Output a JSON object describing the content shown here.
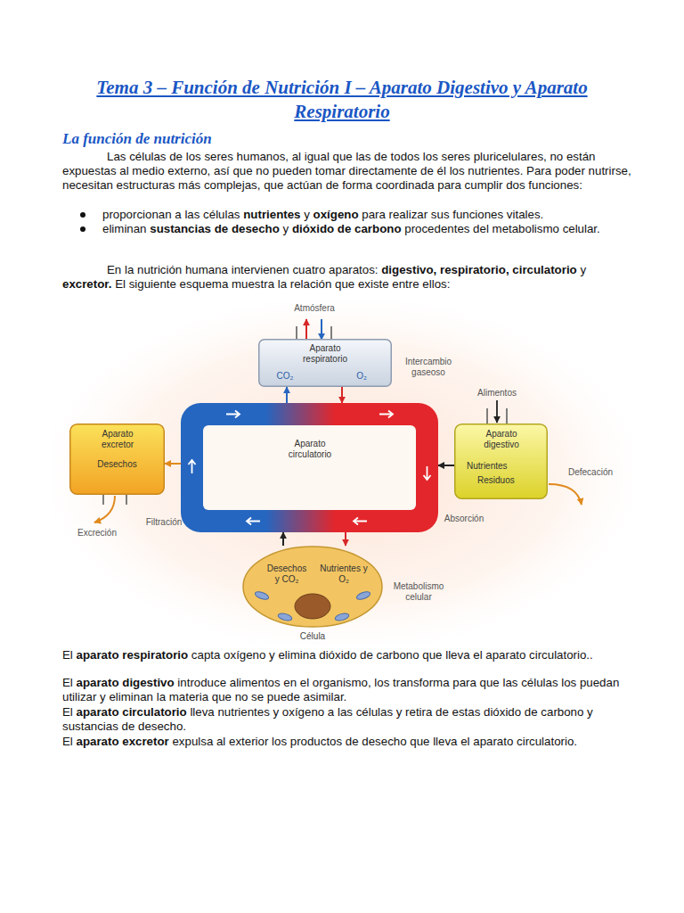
{
  "diagram": {
    "title": "Tema 3 – Función de Nutrición I – Aparato Digestivo y Aparato Respiratorio",
    "nodes": [
      {
        "text": [
          "Aparato respiratorio",
          "CO₂",
          "O₂"
        ]
      },
      {
        "text": [
          "Aparato excretor",
          "Desechos"
        ]
      },
      {
        "text": [
          "Aparato circulatorio"
        ]
      },
      {
        "text": [
          "Aparato digestivo",
          "Nutrientes",
          "Residuos"
        ]
      },
      {
        "text": [
          "Desechos y CO₂",
          "Nutrientes y O₂",
          "Célula"
        ]
      }
    ],
    "edges": [
      {
        "from": 2,
        "to": 0,
        "arrow": "to"
      },
      {
        "from": 0,
        "to": 2,
        "arrow": "to"
      },
      {
        "from": 2,
        "to": 1,
        "arrow": "to"
      },
      {
        "from": 3,
        "to": 2,
        "arrow": "to"
      },
      {
        "from": 2,
        "to": 4,
        "arrow": "to"
      },
      {
        "from": 4,
        "to": 2,
        "arrow": "to"
      }
    ],
    "labels": [
      "La función de nutrición",
      "Las células de los seres humanos, al igual que las de todos los seres pluricelulares, no están expuestas al medio externo, así que no pueden tomar directamente de él los nutrientes. Para poder nutrirse, necesitan estructuras más complejas, que actúan de forma coordinada para cumplir dos funciones:",
      "proporcionan a las células",
      "nutrientes",
      "y",
      "oxígeno",
      "para realizar sus funciones vitales.",
      "eliminan",
      "sustancias de desecho",
      "y",
      "dióxido de carbono",
      "procedentes del metabolismo celular.",
      "En la nutrición humana intervienen cuatro aparatos:",
      "digestivo, respiratorio, circulatorio",
      "y",
      "excretor.",
      "El siguiente esquema muestra la relación que existe entre ellos:",
      "Atmósfera",
      "Intercambio gaseoso",
      "Alimentos",
      "Defecación",
      "Absorción",
      "Filtración",
      "Excreción",
      "Metabolismo celular",
      "El",
      "aparato respiratorio",
      "capta oxígeno y elimina dióxido de carbono que lleva el aparato circulatorio..",
      "El",
      "aparato digestivo",
      "introduce alimentos en el organismo, los transforma para que las células los puedan utilizar y eliminan la materia que no se puede asimilar.",
      "El",
      "aparato circulatorio",
      "lleva nutrientes y oxígeno a las células y retira de estas dióxido de carbono y sustancias de desecho.",
      "El",
      "aparato excretor",
      "expulsa al exterior los productos de desecho que lleva el aparato circulatorio."
    ]
  }
}
